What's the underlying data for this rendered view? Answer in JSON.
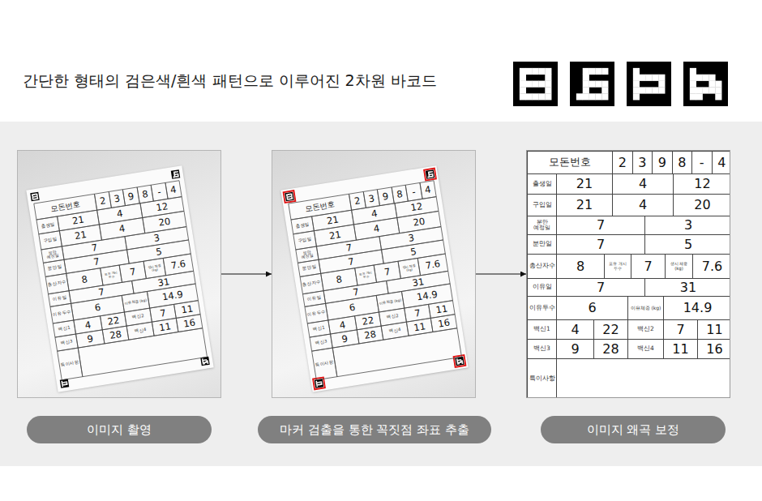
{
  "diagram": {
    "title": "간단한 형태의 검은색/흰색 패턴으로 이루어진 2차원 바코드",
    "nodes": [
      {
        "text": [
          "모돈번호",
          "2",
          "3",
          "9",
          "8",
          "-",
          "4",
          "출생일",
          "21",
          "4",
          "12",
          "구입일",
          "21",
          "4",
          "20",
          "분만 예정일",
          "7",
          "3",
          "분만일",
          "7",
          "5",
          "총산자수",
          "8",
          "포유 개시 두수",
          "7",
          "생시 체중 (kg)",
          "7.6",
          "이유일",
          "7",
          "31",
          "이유두수",
          "6",
          "이유체중 (kg)",
          "14.9",
          "백신1",
          "4",
          "22",
          "백신2",
          "7",
          "11",
          "백신3",
          "9",
          "28",
          "백신4",
          "11",
          "16",
          "특이사항"
        ]
      },
      {
        "text": [
          "모돈번호",
          "2",
          "3",
          "9",
          "8",
          "-",
          "4",
          "출생일",
          "21",
          "4",
          "12",
          "구입일",
          "21",
          "4",
          "20",
          "분만 예정일",
          "7",
          "3",
          "분만일",
          "7",
          "5",
          "총산자수",
          "8",
          "포유 개시 두수",
          "7",
          "생시 체중 (kg)",
          "7.6",
          "이유일",
          "7",
          "31",
          "이유두수",
          "6",
          "이유체중 (kg)",
          "14.9",
          "백신1",
          "4",
          "22",
          "백신2",
          "7",
          "11",
          "백신3",
          "9",
          "28",
          "백신4",
          "11",
          "16",
          "특이사항"
        ]
      },
      {
        "text": [
          "모돈번호",
          "2",
          "3",
          "9",
          "8",
          "-",
          "4",
          "출생일",
          "21",
          "4",
          "12",
          "구입일",
          "21",
          "4",
          "20",
          "분만 예정일",
          "7",
          "3",
          "분만일",
          "7",
          "5",
          "총산자수",
          "8",
          "포유 개시 두수",
          "7",
          "생시 체중 (kg)",
          "7.6",
          "이유일",
          "7",
          "31",
          "이유두수",
          "6",
          "이유체중 (kg)",
          "14.9",
          "백신1",
          "4",
          "22",
          "백신2",
          "7",
          "11",
          "백신3",
          "9",
          "28",
          "백신4",
          "11",
          "16",
          "특이사항"
        ]
      },
      {
        "text": [
          "이미지 촬영"
        ]
      },
      {
        "text": [
          "마커 검출을 통한 꼭짓점 좌표 추출"
        ]
      },
      {
        "text": [
          "이미지 왜곡 보정"
        ]
      }
    ],
    "edges": [
      {
        "from": 0,
        "to": 1,
        "arrow": "to"
      },
      {
        "from": 1,
        "to": 2,
        "arrow": "to"
      }
    ]
  }
}
